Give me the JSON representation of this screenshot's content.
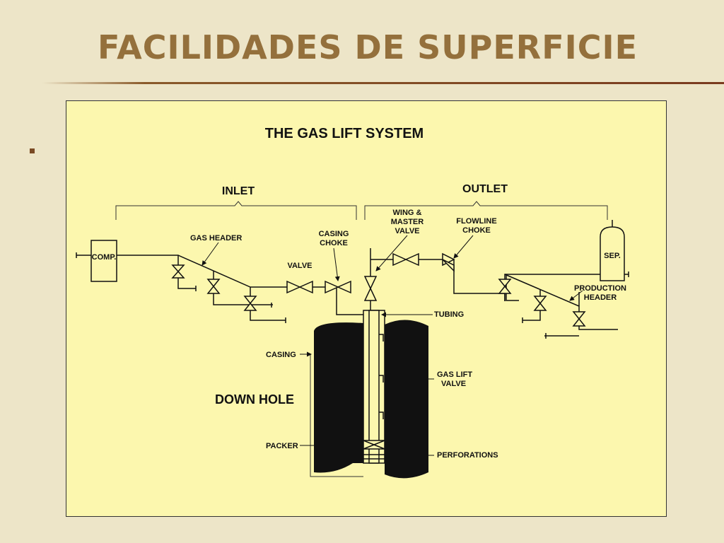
{
  "slide": {
    "title": "FACILIDADES DE SUPERFICIE",
    "bullet_text": "",
    "accent_color": "#94703c",
    "panel_color": "#fcf7ae"
  },
  "diagram": {
    "title": "THE GAS LIFT SYSTEM",
    "inlet": "INLET",
    "outlet": "OUTLET",
    "comp": "COMP.",
    "gas_header": "GAS HEADER",
    "casing_choke_1": "CASING",
    "casing_choke_2": "CHOKE",
    "valve": "VALVE",
    "wing_1": "WING &",
    "wing_2": "MASTER",
    "wing_3": "VALVE",
    "flowline_1": "FLOWLINE",
    "flowline_2": "CHOKE",
    "sep": "SEP.",
    "production_1": "PRODUCTION",
    "production_2": "HEADER",
    "tubing": "TUBING",
    "casing": "CASING",
    "down_hole": "DOWN HOLE",
    "gas_lift_1": "GAS LIFT",
    "gas_lift_2": "VALVE",
    "packer": "PACKER",
    "perforations": "PERFORATIONS"
  }
}
